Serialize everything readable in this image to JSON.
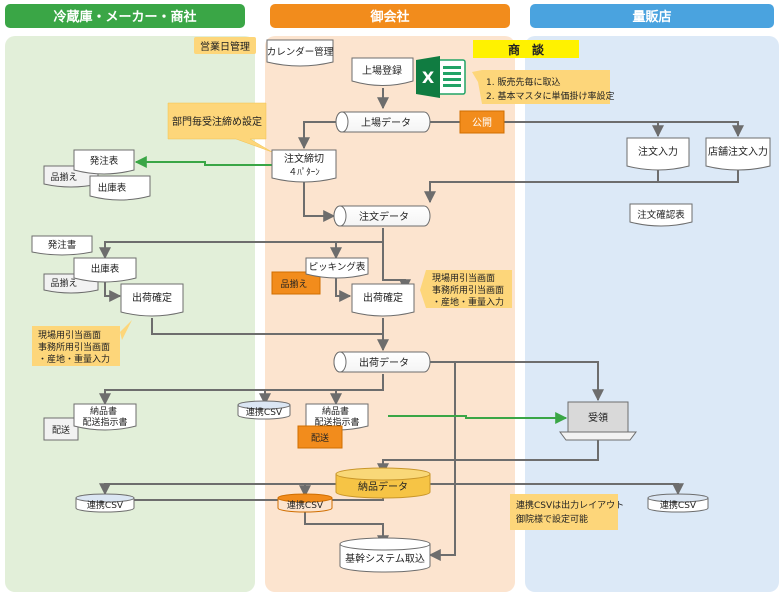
{
  "lanes": {
    "left": "冷蔵庫・メーカー・商社",
    "center": "御会社",
    "right": "量販店"
  },
  "top_callouts": {
    "business_day": "営業日管理",
    "calendar": "カレンダー管理",
    "negotiation": "商　談",
    "dept_cutoff": "部門毎受注締め設定"
  },
  "negotiation_notes": {
    "line1": "1. 販売先毎に取込",
    "line2": "2. 基本マスタに単価掛け率設定"
  },
  "nodes": {
    "listing_registration": "上場登録",
    "listing_data": "上場データ",
    "publish": "公開",
    "order_entry": "注文入力",
    "store_order_entry": "店舗注文入力",
    "order_cutoff_line1": "注文締切",
    "order_cutoff_line2": "４ﾊﾟﾀｰﾝ",
    "order_data": "注文データ",
    "order_confirmation": "注文確認表",
    "purchase_order_a": "発注表",
    "shipping_list_a": "出庫表",
    "stocking_a": "品揃え",
    "purchase_order_b": "発注書",
    "shipping_list_b": "出庫表",
    "stocking_b": "品揃え",
    "shipping_confirm_left": "出荷確定",
    "picking_list": "ピッキング表",
    "stocking_center": "品揃え",
    "shipping_confirm_center": "出荷確定",
    "shipping_data": "出荷データ",
    "delivery_note_left": "納品書\n配送指示書",
    "delivery_left": "配送",
    "link_csv_mid": "連携CSV",
    "delivery_note_center": "納品書\n配送指示書",
    "delivery_center": "配送",
    "receiving": "受領",
    "delivery_data": "納品データ",
    "link_csv_left": "連携CSV",
    "link_csv_center": "連携CSV",
    "link_csv_right": "連携CSV",
    "core_system_import": "基幹システム取込"
  },
  "notes": {
    "left_screens": "現場用引当画面\n事務所用引当画面\n・産地・重量入力",
    "center_screens": "現場用引当画面\n事務所用引当画面\n・産地・重量入力",
    "csv_layout": "連携CSVは出力レイアウト\n御院様で設定可能"
  },
  "icons": {
    "excel": "excel-icon"
  },
  "colors": {
    "green_header": "#3aa646",
    "orange_header": "#f28c1c",
    "blue_header": "#4aa3df",
    "green_lane": "#e2efd9",
    "orange_lane": "#fce4cf",
    "blue_lane": "#dce9f7",
    "callout": "#fdd67a",
    "accent_orange": "#f28c1c",
    "negotiation_yellow": "#fff200",
    "flow_green": "#3aa646",
    "arrow_gray": "#6d6d6d",
    "data_gold": "#f6c445"
  }
}
